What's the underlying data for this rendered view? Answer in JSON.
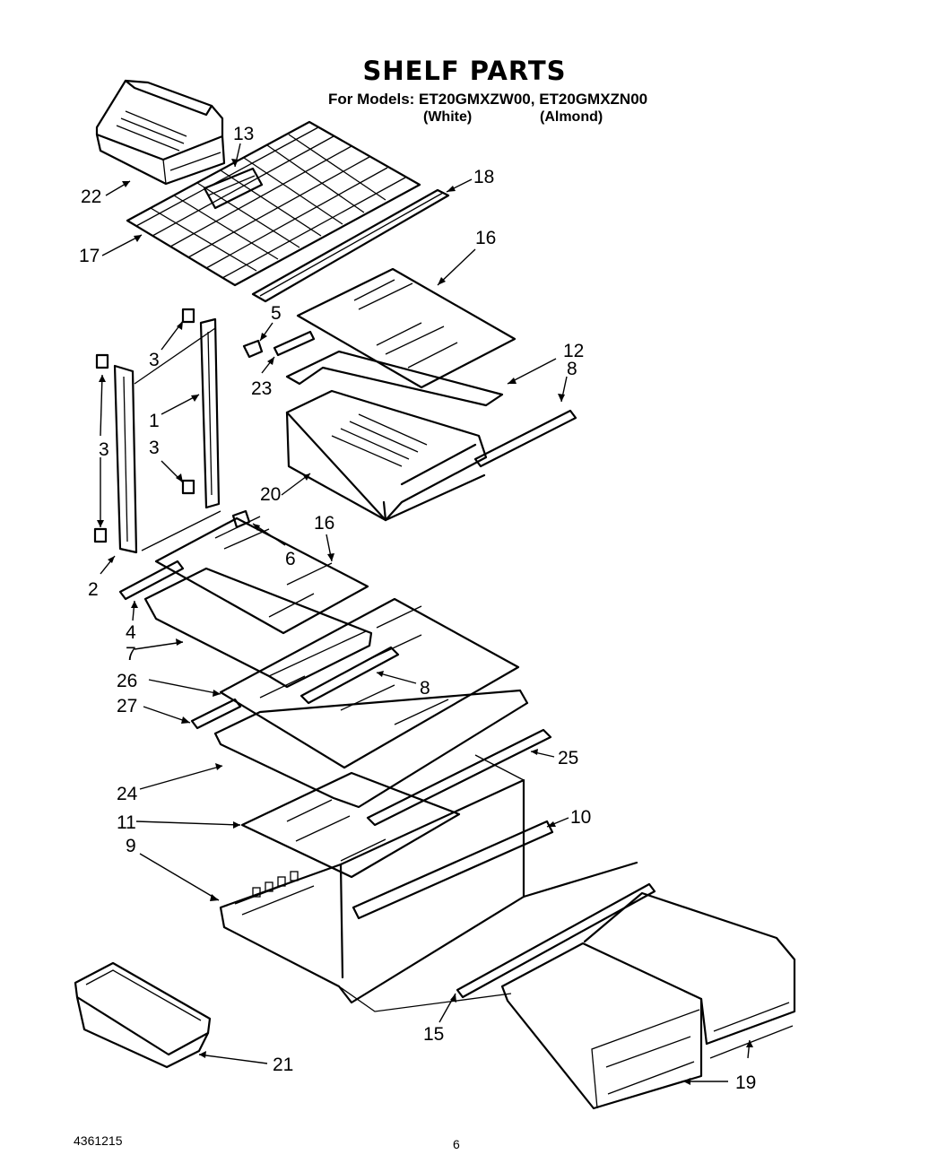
{
  "header": {
    "title": "SHELF PARTS",
    "models_line": "For Models: ET20GMXZW00, ET20GMXZN00",
    "variant_white": "(White)",
    "variant_almond": "(Almond)"
  },
  "footer": {
    "document_number": "4361215",
    "page_number": "6"
  },
  "callouts": {
    "c22": "22",
    "c13": "13",
    "c18": "18",
    "c17": "17",
    "c16a": "16",
    "c5": "5",
    "c3a": "3",
    "c23": "23",
    "c12": "12",
    "c8a": "8",
    "c1": "1",
    "c3b": "3",
    "c3c": "3",
    "c20": "20",
    "c6": "6",
    "c16b": "16",
    "c2": "2",
    "c4": "4",
    "c7": "7",
    "c26": "26",
    "c8b": "8",
    "c27": "27",
    "c25": "25",
    "c24": "24",
    "c11": "11",
    "c10": "10",
    "c9": "9",
    "c15": "15",
    "c21": "21",
    "c19": "19"
  }
}
